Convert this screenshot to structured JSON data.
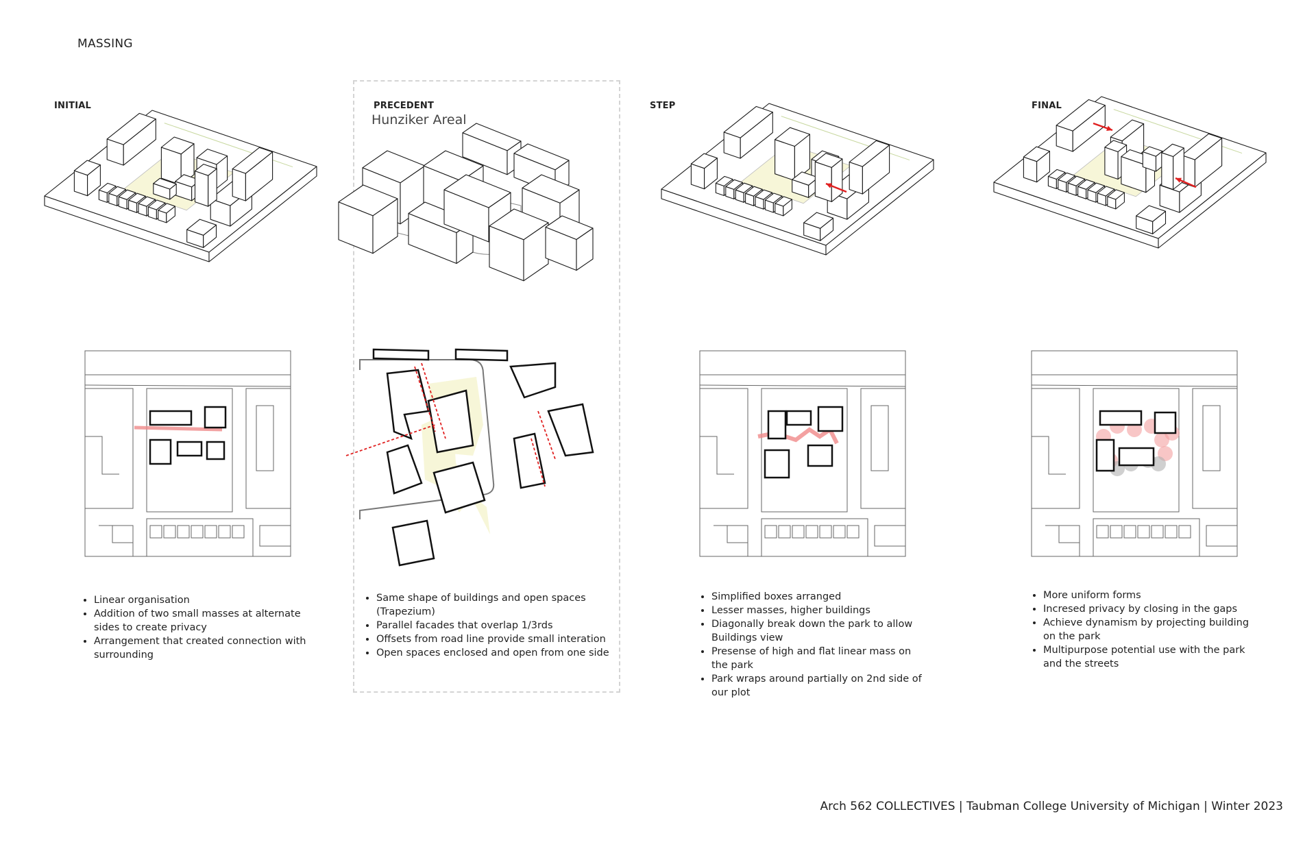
{
  "title": "MASSING",
  "columns": [
    {
      "label": "INITIAL",
      "bullets": [
        "Linear organisation",
        "Addition of two small masses at alternate sides to create privacy",
        "Arrangement that created connection with surrounding"
      ]
    },
    {
      "label": "PRECEDENT",
      "subtitle": "Hunziker Areal",
      "bullets": [
        "Same shape of buildings and open spaces (Trapezium)",
        "Parallel facades that overlap 1/3rds",
        "Offsets from road line provide small interation",
        "Open spaces enclosed and open from one side"
      ]
    },
    {
      "label": "STEP",
      "bullets": [
        "Simplified boxes arranged",
        "Lesser masses, higher buildings",
        "Diagonally break down the park to allow Buildings view",
        "Presense of high and flat linear mass on the park",
        "Park wraps around partially on 2nd side of our plot"
      ]
    },
    {
      "label": "FINAL",
      "bullets": [
        "More uniform forms",
        "Incresed privacy by closing in the gaps",
        "Achieve dynamism by projecting building on the park",
        "Multipurpose potential use with the park and the streets"
      ]
    }
  ],
  "footer": "Arch 562 COLLECTIVES | Taubman College University of Michigan | Winter 2023",
  "colors": {
    "line": "#1a1a1a",
    "park": "#f7f6d8",
    "path": "#f08a8a",
    "arrow": "#e02020",
    "tree_red": "#f4a0a0",
    "tree_grey": "#b0b0b0"
  }
}
